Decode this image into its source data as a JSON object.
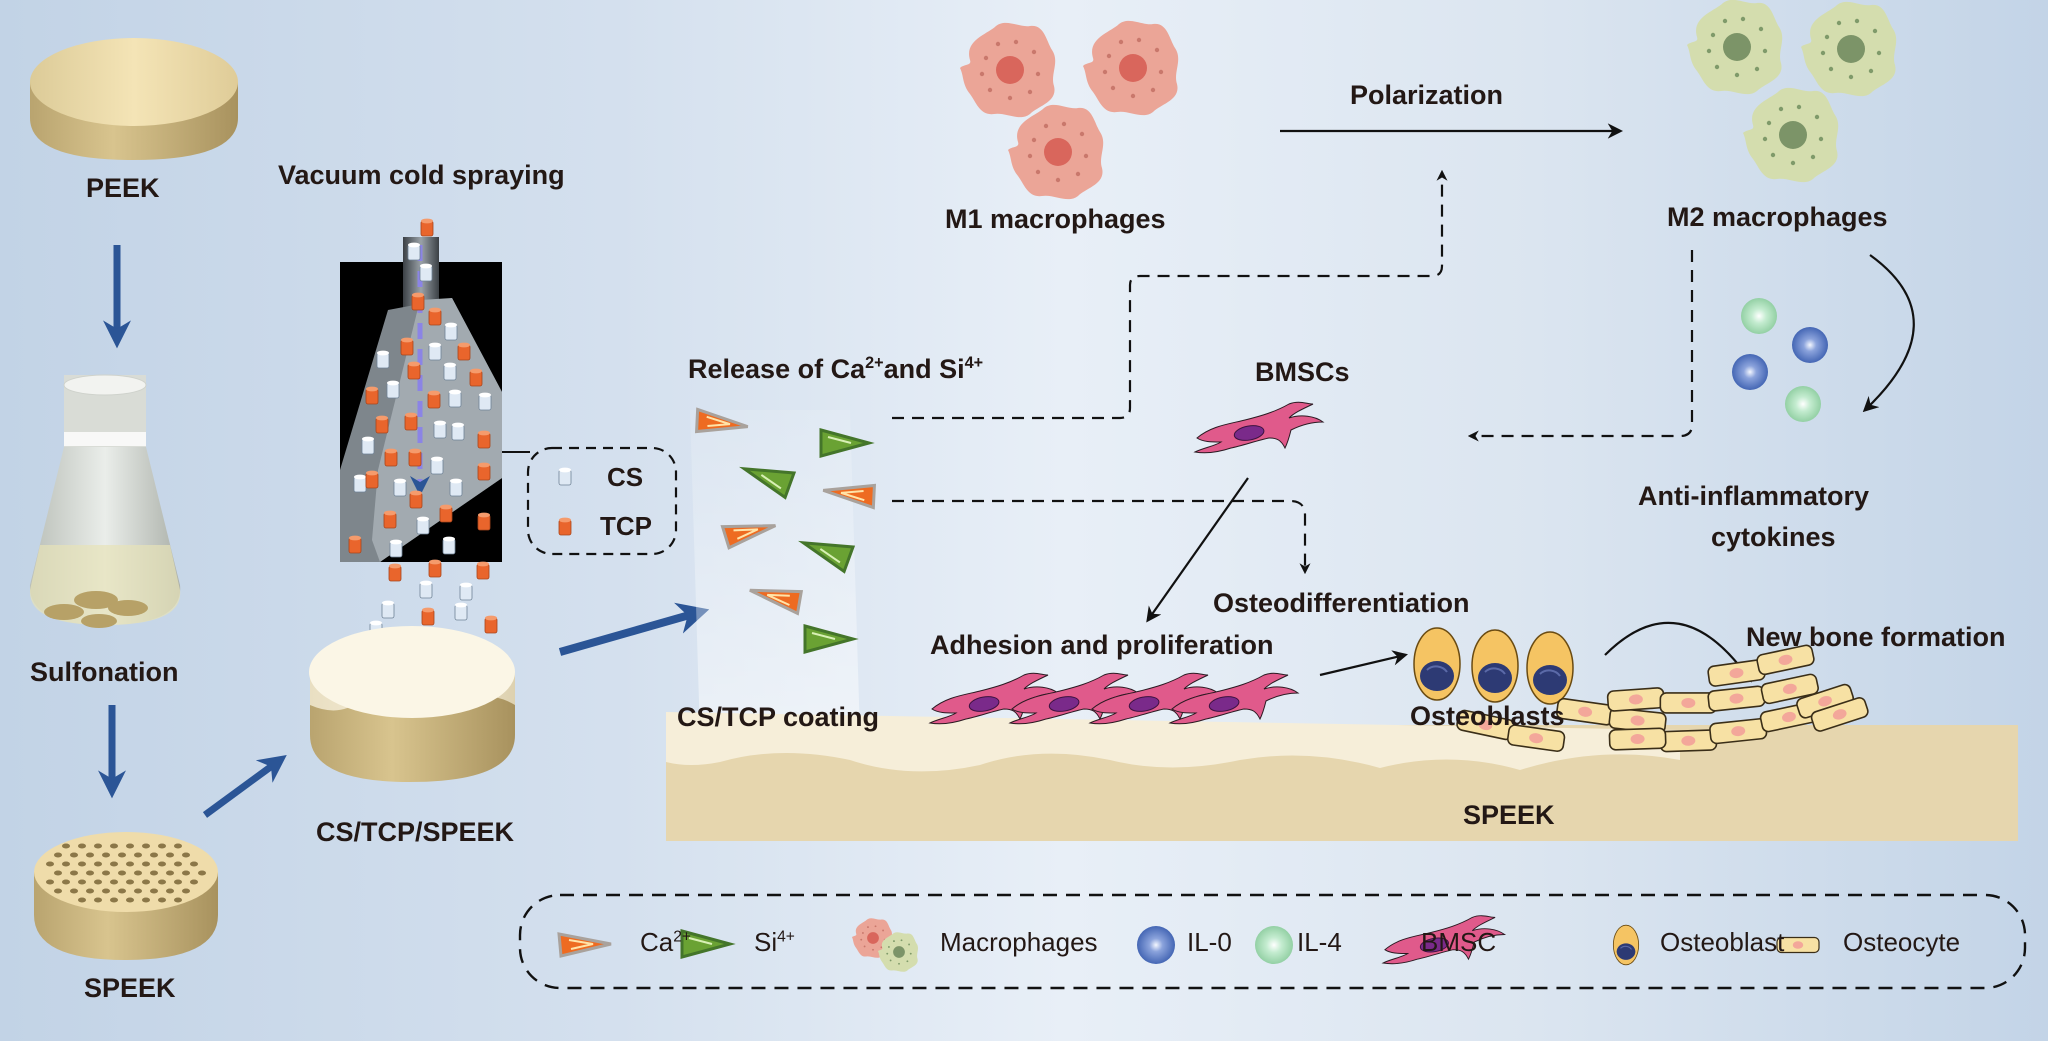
{
  "figure": {
    "title": "CS/TCP/SPEEK coating preparation and osteoimmunomodulation schematic",
    "colors": {
      "arrow_blue": "#2b5596",
      "peek": "#d9c690",
      "coating": "#f6eed7",
      "ca_ion": "#ee6b21",
      "si_ion": "#6aa233",
      "m1": "#e8a294",
      "m2": "#d6dfb0",
      "bmsc": "#e05a8b",
      "osteoblast": "#f5c463",
      "il0": "#5475c2",
      "il4": "#a8dcb4"
    }
  },
  "process": {
    "peek": "PEEK",
    "sulfonation": "Sulfonation",
    "speek": "SPEEK",
    "vacuum_cold_spraying": "Vacuum cold spraying",
    "product": "CS/TCP/SPEEK",
    "powder_legend": {
      "cs": "CS",
      "tcp": "TCP"
    }
  },
  "mechanism": {
    "release_prefix": "Release of Ca",
    "release_ca_charge": "2+",
    "release_mid": "and Si",
    "release_si_charge": "4+",
    "m1": "M1 macrophages",
    "polarization": "Polarization",
    "m2": "M2 macrophages",
    "cytokines_line1": "Anti-inflammatory",
    "cytokines_line2": "cytokines",
    "bmscs": "BMSCs",
    "osteodifferentiation": "Osteodifferentiation",
    "adhesion": "Adhesion and proliferation",
    "osteoblasts": "Osteoblasts",
    "new_bone": "New bone formation",
    "coating": "CS/TCP coating",
    "substrate": "SPEEK"
  },
  "legend": [
    {
      "icon": "ca-ion-icon",
      "label": "Ca",
      "sup": "2+"
    },
    {
      "icon": "si-ion-icon",
      "label": "Si",
      "sup": "4+"
    },
    {
      "icon": "macrophages-icon",
      "label": "Macrophages"
    },
    {
      "icon": "il0-icon",
      "label": "IL-0"
    },
    {
      "icon": "il4-icon",
      "label": "IL-4"
    },
    {
      "icon": "bmsc-icon",
      "label": "BMSC"
    },
    {
      "icon": "osteoblast-icon",
      "label": "Osteoblast"
    },
    {
      "icon": "osteocyte-icon",
      "label": "Osteocyte"
    }
  ]
}
